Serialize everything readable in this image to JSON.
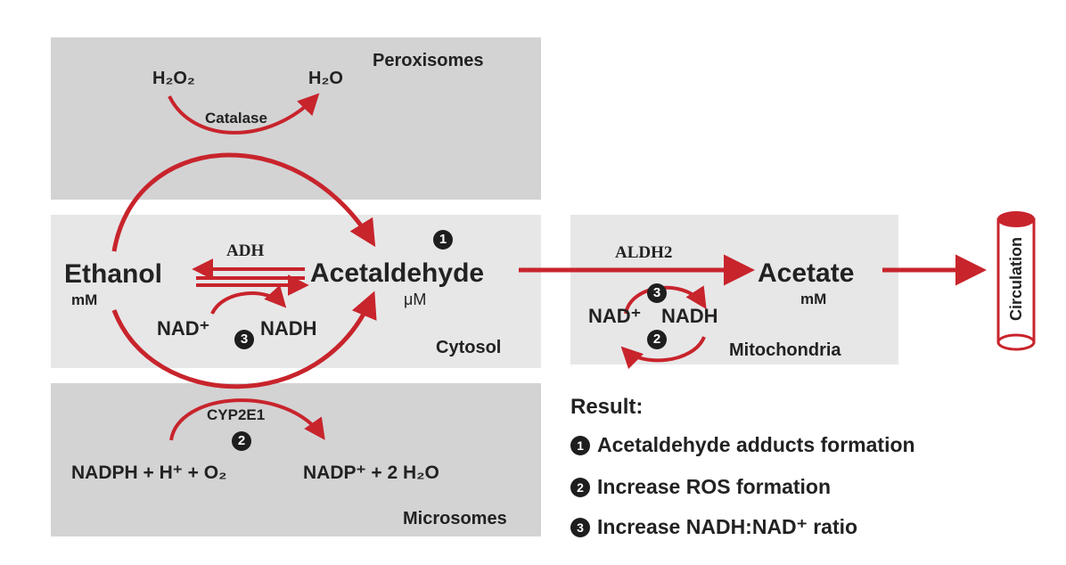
{
  "colors": {
    "arrow": "#c8242c",
    "panel_dark": "#d3d3d4",
    "panel_light": "#e7e7e8",
    "text": "#222222"
  },
  "compartments": {
    "peroxisomes": "Peroxisomes",
    "cytosol": "Cytosol",
    "microsomes": "Microsomes",
    "mitochondria": "Mitochondria"
  },
  "molecules": {
    "ethanol": "Ethanol",
    "ethanol_conc": "mM",
    "acetaldehyde": "Acetaldehyde",
    "acetaldehyde_conc": "μM",
    "acetate": "Acetate",
    "acetate_conc": "mM",
    "circulation": "Circulation"
  },
  "enzymes": {
    "adh": "ADH",
    "aldh2": "ALDH2",
    "catalase": "Catalase",
    "cyp2e1": "CYP2E1"
  },
  "cofactors": {
    "h2o2": "H₂O₂",
    "h2o": "H₂O",
    "nad_plus": "NAD⁺",
    "nadh": "NADH",
    "nadph_side": "NADPH + H⁺ + O₂",
    "nadp_side": "NADP⁺ + 2 H₂O"
  },
  "markers": {
    "one": "1",
    "two": "2",
    "three": "3"
  },
  "result": {
    "heading": "Result:",
    "items": [
      {
        "num": "1",
        "text": "Acetaldehyde adducts formation"
      },
      {
        "num": "2",
        "text": "Increase ROS formation"
      },
      {
        "num": "3",
        "text": "Increase NADH:NAD⁺ ratio"
      }
    ]
  }
}
